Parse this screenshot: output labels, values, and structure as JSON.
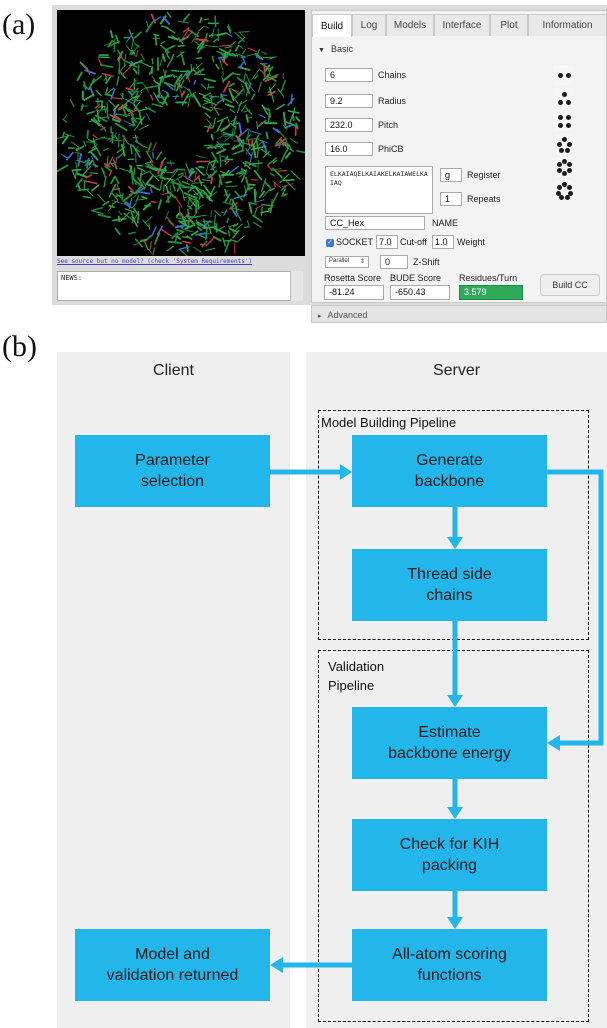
{
  "panel_a": {
    "label": "(a)",
    "status_link": "See source but no model? (check 'System Requirements')",
    "news_label": "NEWS:",
    "tabs": [
      "Build",
      "Log",
      "Models",
      "Interface",
      "Plot",
      "Information"
    ],
    "active_tab": "Build",
    "section": "Basic",
    "fields": {
      "chains": {
        "value": "6",
        "label": "Chains"
      },
      "radius": {
        "value": "9.2",
        "label": "Radius"
      },
      "pitch": {
        "value": "232.0",
        "label": "Pitch"
      },
      "phicb": {
        "value": "16.0",
        "label": "PhiCB"
      },
      "sequence": "ELKAIAQELKAIAKELKAIAWELKAIAQ",
      "register": {
        "value": "g",
        "label": "Register"
      },
      "repeats": {
        "value": "1",
        "label": "Repeats"
      },
      "name": {
        "value": "CC_Hex",
        "label": "NAME"
      },
      "socket": {
        "label": "SOCKET",
        "value": "7.0",
        "cutoff_label": "Cut-off",
        "weight": "1.0",
        "weight_label": "Weight"
      },
      "orientation": "Parallel",
      "zshift": {
        "value": "0",
        "label": "Z-Shift"
      }
    },
    "scores": {
      "rosetta": {
        "label": "Rosetta Score",
        "value": "-81.24"
      },
      "bude": {
        "label": "BUDE Score",
        "value": "-650.43"
      },
      "residues": {
        "label": "Residues/Turn",
        "value": "3.579"
      }
    },
    "build_button": "Build CC",
    "advanced": "Advanced",
    "symmetry_icons": [
      "dimer-icon",
      "trimer-icon",
      "tetramer-icon",
      "pentamer-icon",
      "hexamer-icon",
      "heptamer-icon"
    ]
  },
  "panel_b": {
    "label": "(b)",
    "client_title": "Client",
    "server_title": "Server",
    "model_pipeline": "Model Building Pipeline",
    "validation_pipeline": [
      "Validation",
      "Pipeline"
    ],
    "boxes": {
      "parameter": [
        "Parameter",
        "selection"
      ],
      "generate": [
        "Generate",
        "backbone"
      ],
      "thread": [
        "Thread side",
        "chains"
      ],
      "estimate": [
        "Estimate",
        "backbone energy"
      ],
      "kih": [
        "Check for KIH",
        "packing"
      ],
      "scoring": [
        "All-atom scoring",
        "functions"
      ],
      "returned": [
        "Model and",
        "validation returned"
      ]
    },
    "box_color": "#22b6ea",
    "column_color": "#efefef"
  }
}
